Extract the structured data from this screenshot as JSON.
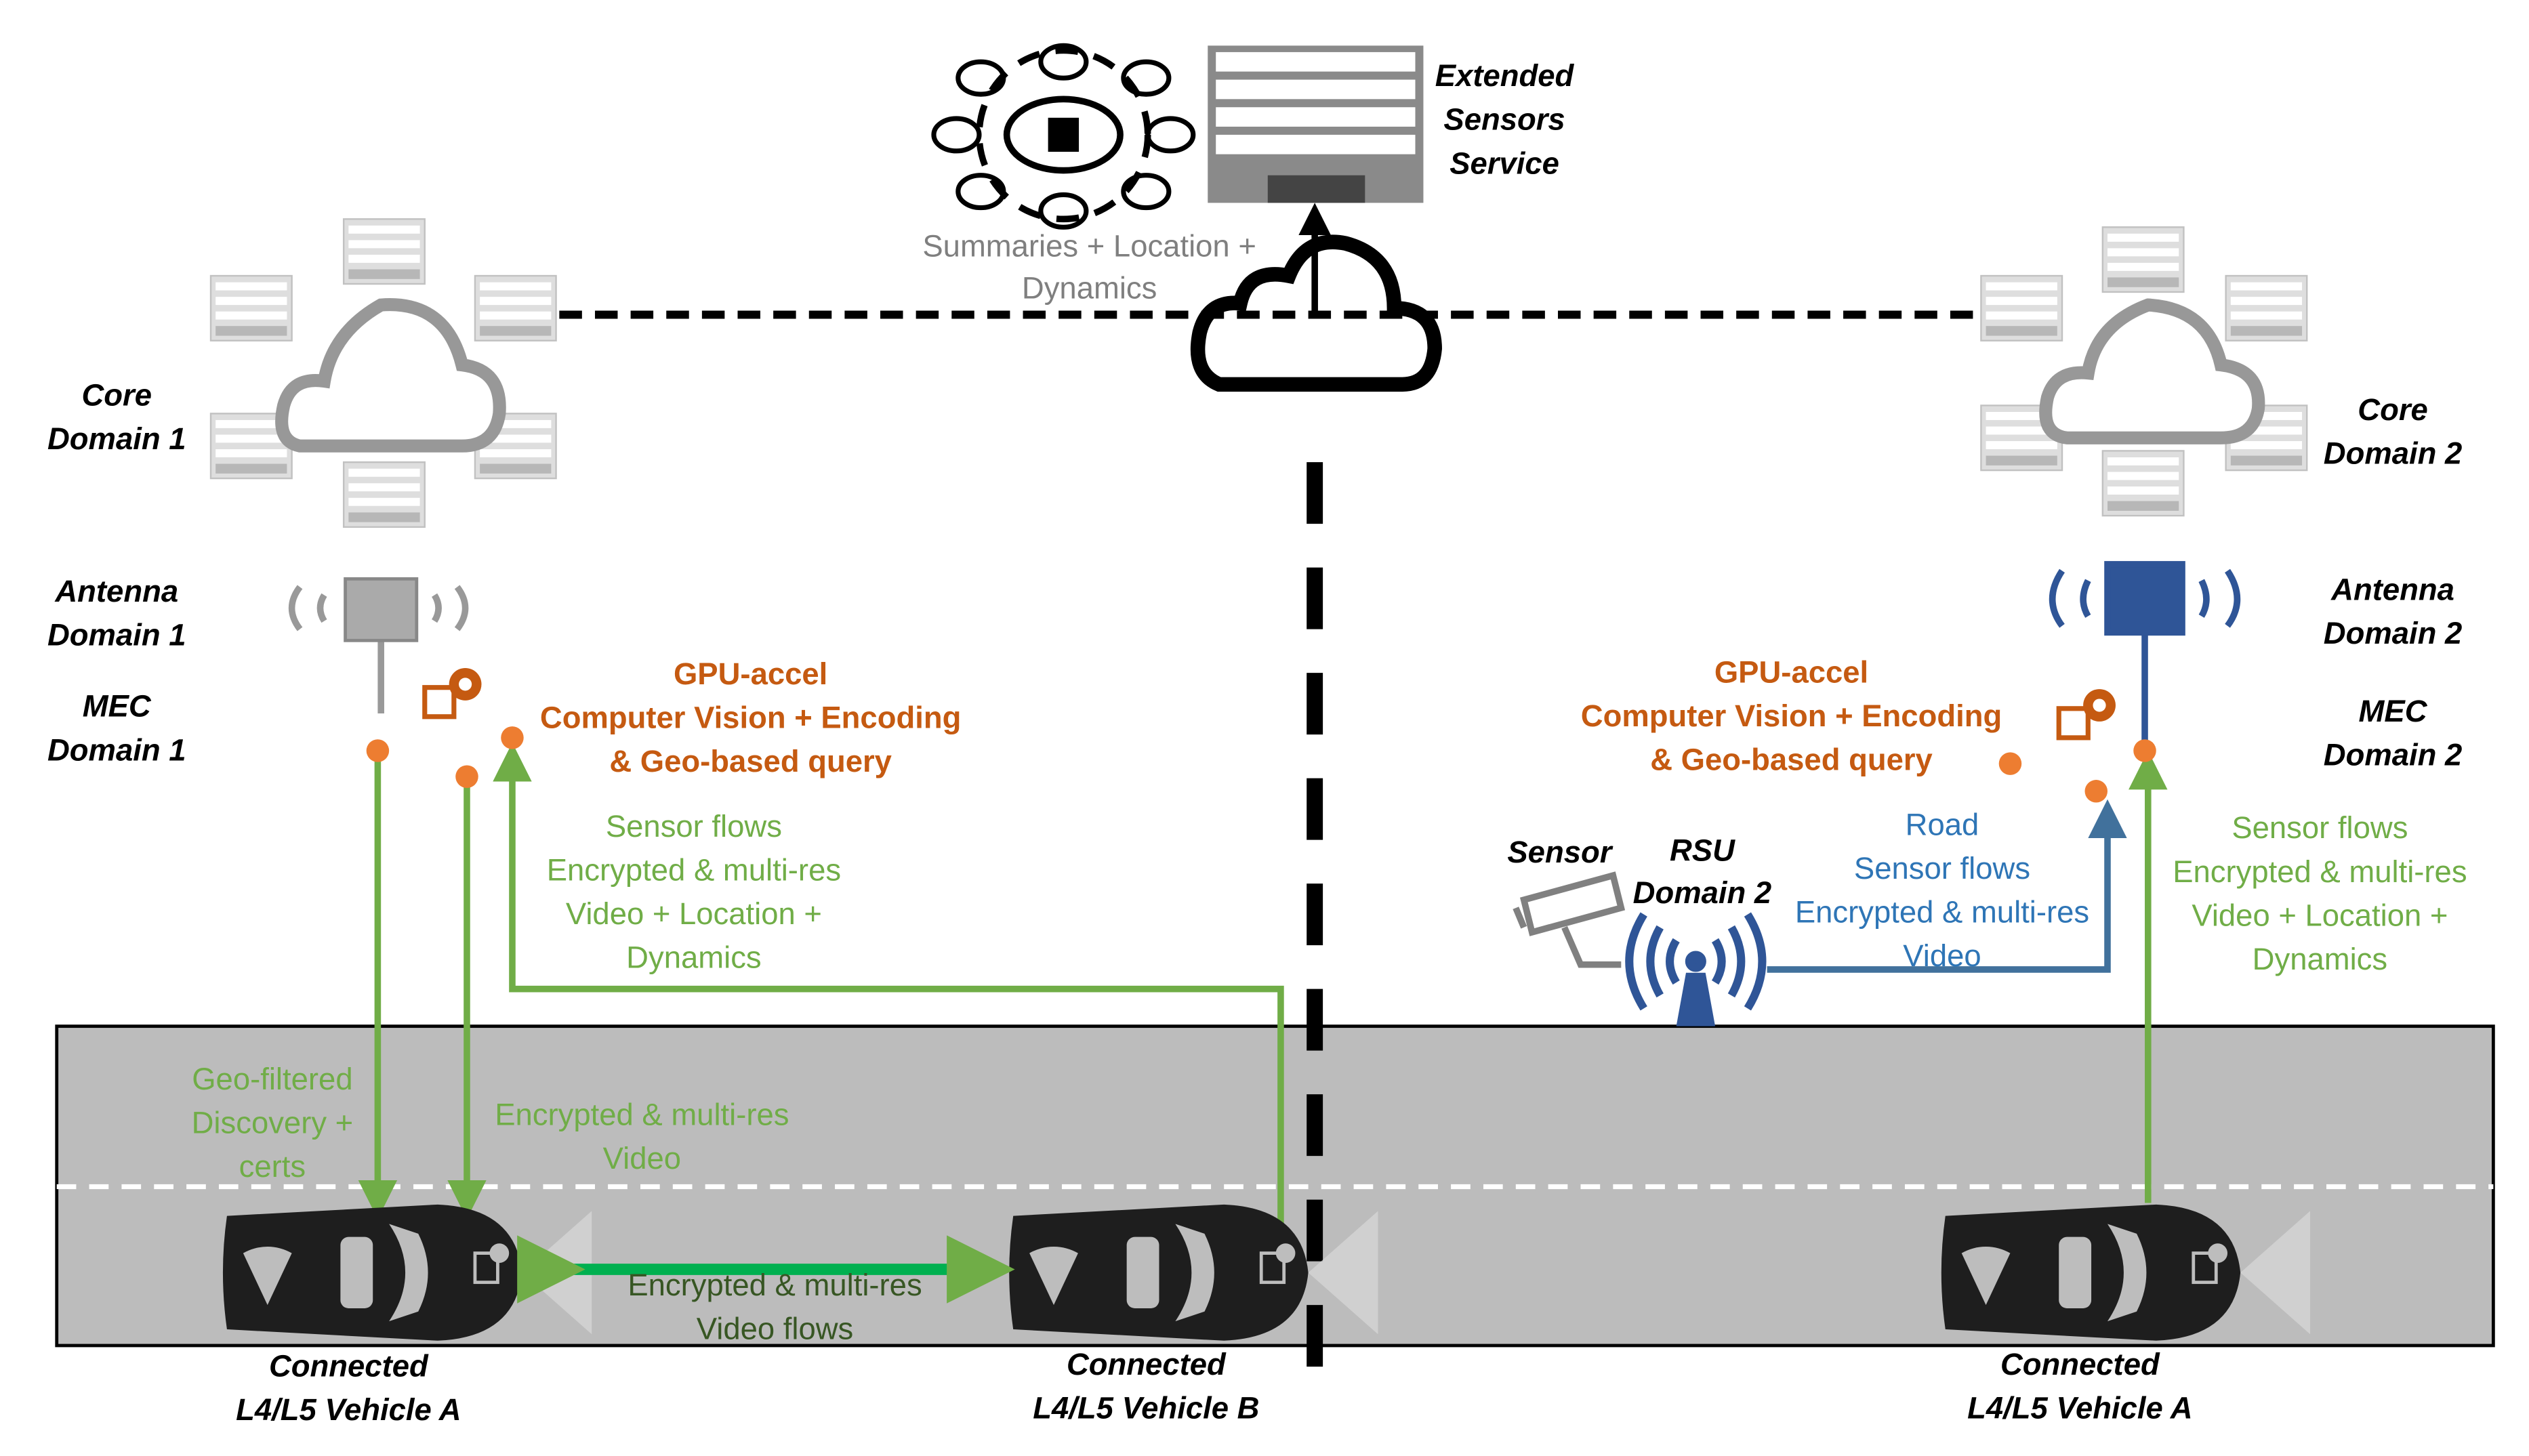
{
  "colors": {
    "green": "#70ad47",
    "orange": "#c55a11",
    "orange_dot": "#ed7d31",
    "blue": "#2e75b6",
    "road": "#bcbcbc"
  },
  "labels": {
    "extended_sensors": [
      "Extended",
      "Sensors",
      "Service"
    ],
    "summaries": [
      "Summaries + Location +",
      "Dynamics"
    ],
    "core1": [
      "Core",
      "Domain 1"
    ],
    "core2": [
      "Core",
      "Domain 2"
    ],
    "antenna1": [
      "Antenna",
      "Domain 1"
    ],
    "antenna2": [
      "Antenna",
      "Domain 2"
    ],
    "mec1": [
      "MEC",
      "Domain 1"
    ],
    "mec2": [
      "MEC",
      "Domain 2"
    ],
    "gpu1": [
      "GPU-accel",
      "Computer Vision + Encoding",
      "& Geo-based query"
    ],
    "gpu2": [
      "GPU-accel",
      "Computer Vision + Encoding",
      "& Geo-based query"
    ],
    "sensor_flows1": [
      "Sensor flows",
      "Encrypted & multi-res",
      "Video + Location +",
      "Dynamics"
    ],
    "sensor_flows2": [
      "Sensor flows",
      "Encrypted & multi-res",
      "Video + Location +",
      "Dynamics"
    ],
    "road_flows": [
      "Road",
      "Sensor flows",
      "Encrypted & multi-res",
      "Video"
    ],
    "sensor": "Sensor",
    "rsu": [
      "RSU",
      "Domain 2"
    ],
    "geo_filtered": [
      "Geo-filtered",
      "Discovery +",
      "certs"
    ],
    "enc_video": [
      "Encrypted & multi-res",
      "Video"
    ],
    "v2v": [
      "Encrypted & multi-res",
      "Video flows"
    ],
    "vehicle_a": [
      "Connected",
      "L4/L5 Vehicle A"
    ],
    "vehicle_b": [
      "Connected",
      "L4/L5 Vehicle B"
    ],
    "vehicle_a2": [
      "Connected",
      "L4/L5 Vehicle A"
    ]
  }
}
